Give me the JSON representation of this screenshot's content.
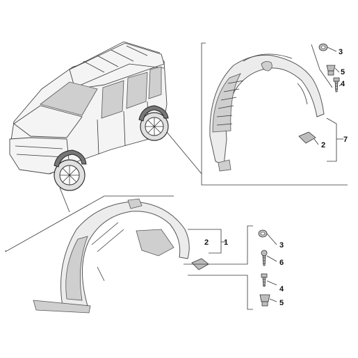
{
  "callouts": {
    "upper": {
      "c3": "3",
      "c5": "5",
      "c4": "4",
      "c2": "2",
      "c7": "7"
    },
    "lower": {
      "c2": "2",
      "c1": "1",
      "c3": "3",
      "c6": "6",
      "c4": "4",
      "c5": "5"
    }
  },
  "colors": {
    "line": "#333333",
    "part_fill": "#ececec",
    "part_shadow": "#cfcfcf",
    "hardware": "#bdbdbd"
  },
  "icons": [
    "vehicle-illustration",
    "rear-wheel-arch-liner",
    "front-wheel-arch-liner",
    "nut",
    "clip",
    "screw",
    "bolt",
    "speed-nut"
  ]
}
